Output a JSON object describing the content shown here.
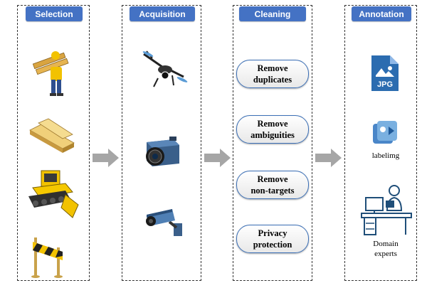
{
  "stages": [
    {
      "title": "Selection"
    },
    {
      "title": "Acquisition"
    },
    {
      "title": "Cleaning"
    },
    {
      "title": "Annotation"
    }
  ],
  "cleaning_steps": [
    "Remove\nduplicates",
    "Remove\nambiguities",
    "Remove\nnon-targets",
    "Privacy\nprotection"
  ],
  "annotation": {
    "file_format": "JPG",
    "tool_label": "labelimg",
    "experts_label": "Domain\nexperts"
  },
  "colors": {
    "title_bg": "#4472c4",
    "arrow": "#a6a6a6",
    "pill_border": "#3b6fb6"
  }
}
